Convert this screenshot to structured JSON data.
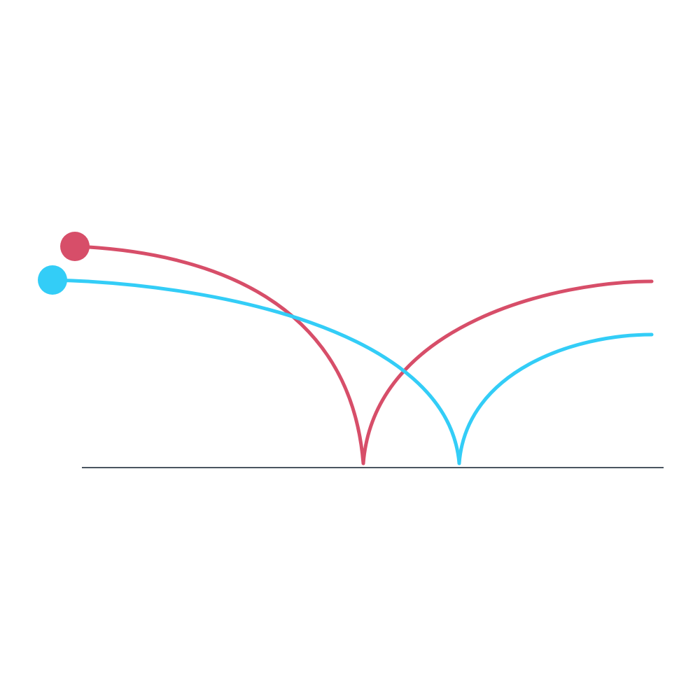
{
  "colors": {
    "background": "#ffffff",
    "ground": "#4a5560",
    "red_ball": "#d74e69",
    "blue_ball": "#33cdf7"
  },
  "objects": [
    {
      "name": "red-ball",
      "color_key": "red_ball"
    },
    {
      "name": "blue-ball",
      "color_key": "blue_ball"
    }
  ]
}
